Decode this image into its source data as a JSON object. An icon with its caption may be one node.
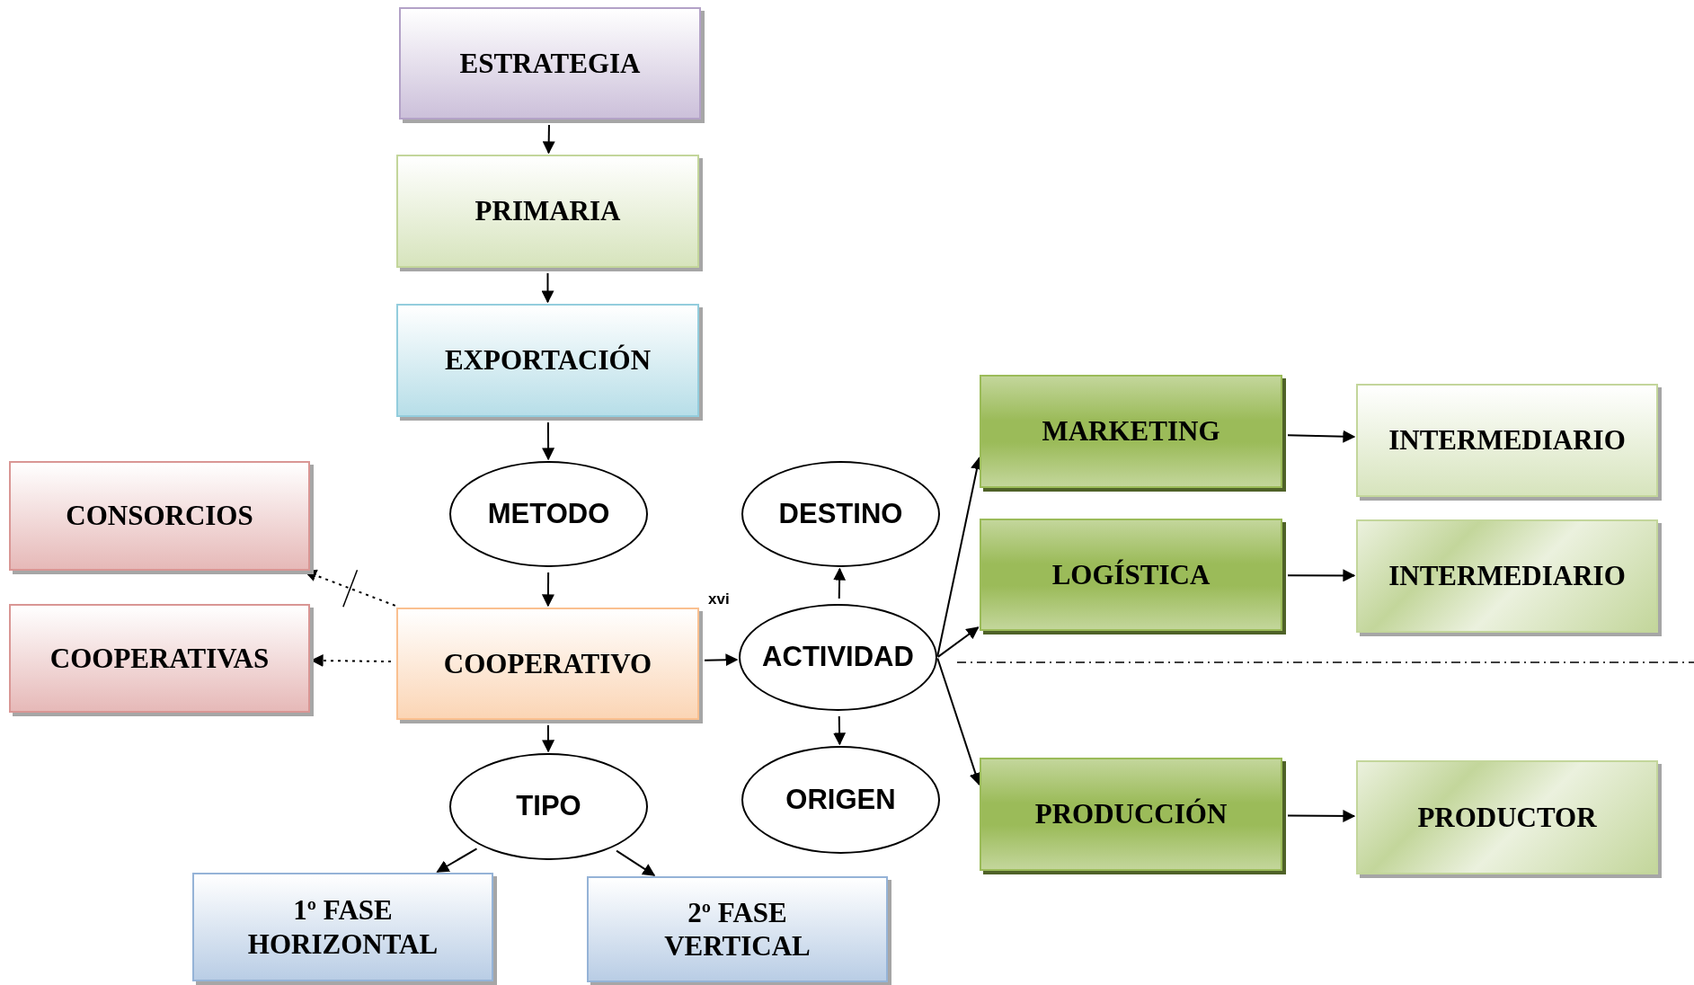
{
  "diagram": {
    "nodes": [
      {
        "text": [
          "ESTRATEGIA"
        ]
      },
      {
        "text": [
          "PRIMARIA"
        ]
      },
      {
        "text": [
          "EXPORTACIÓN"
        ]
      },
      {
        "text": [
          "METODO"
        ]
      },
      {
        "text": [
          "CONSORCIOS"
        ]
      },
      {
        "text": [
          "COOPERATIVAS"
        ]
      },
      {
        "text": [
          "COOPERATIVO"
        ]
      },
      {
        "text": [
          "DESTINO"
        ]
      },
      {
        "text": [
          "ACTIVIDAD"
        ]
      },
      {
        "text": [
          "TIPO"
        ]
      },
      {
        "text": [
          "ORIGEN"
        ]
      },
      {
        "text": [
          "MARKETING"
        ]
      },
      {
        "text": [
          "INTERMEDIARIO"
        ]
      },
      {
        "text": [
          "LOGÍSTICA"
        ]
      },
      {
        "text": [
          "INTERMEDIARIO"
        ]
      },
      {
        "text": [
          "PRODUCCIÓN"
        ]
      },
      {
        "text": [
          "PRODUCTOR"
        ]
      },
      {
        "text": [
          "1º FASE HORIZONTAL"
        ]
      },
      {
        "text": [
          "2º FASE VERTICAL"
        ]
      }
    ],
    "edges": [
      {
        "from": 0,
        "to": 1,
        "arrow": "to"
      },
      {
        "from": 1,
        "to": 2,
        "arrow": "to"
      },
      {
        "from": 2,
        "to": 3,
        "arrow": "to"
      },
      {
        "from": 3,
        "to": 6,
        "arrow": "to"
      },
      {
        "from": 6,
        "to": 5,
        "arrow": "to",
        "style": "dashed"
      },
      {
        "from": 6,
        "to": 4,
        "arrow": "to",
        "style": "dashed"
      },
      {
        "from": 6,
        "to": 8,
        "arrow": "to"
      },
      {
        "from": 8,
        "to": 7,
        "arrow": "to"
      },
      {
        "from": 8,
        "to": 10,
        "arrow": "to"
      },
      {
        "from": 6,
        "to": 9,
        "arrow": "to"
      },
      {
        "from": 9,
        "to": 17,
        "arrow": "to"
      },
      {
        "from": 9,
        "to": 18,
        "arrow": "to"
      },
      {
        "from": 8,
        "to": 11,
        "arrow": "to"
      },
      {
        "from": 8,
        "to": 13,
        "arrow": "to"
      },
      {
        "from": 8,
        "to": 15,
        "arrow": "to"
      },
      {
        "from": 11,
        "to": 12,
        "arrow": "to"
      },
      {
        "from": 13,
        "to": 14,
        "arrow": "to"
      },
      {
        "from": 15,
        "to": 16,
        "arrow": "to"
      }
    ],
    "labels": [
      "xvi"
    ]
  }
}
